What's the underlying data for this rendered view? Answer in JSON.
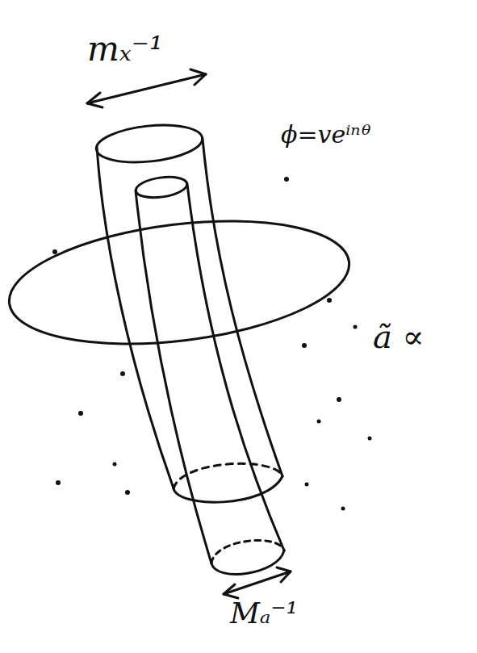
{
  "diagram": {
    "labels": [
      "mₓ⁻¹",
      "ϕ=veⁱⁿᶿ",
      "ã ∝",
      "Mₐ⁻¹"
    ]
  }
}
